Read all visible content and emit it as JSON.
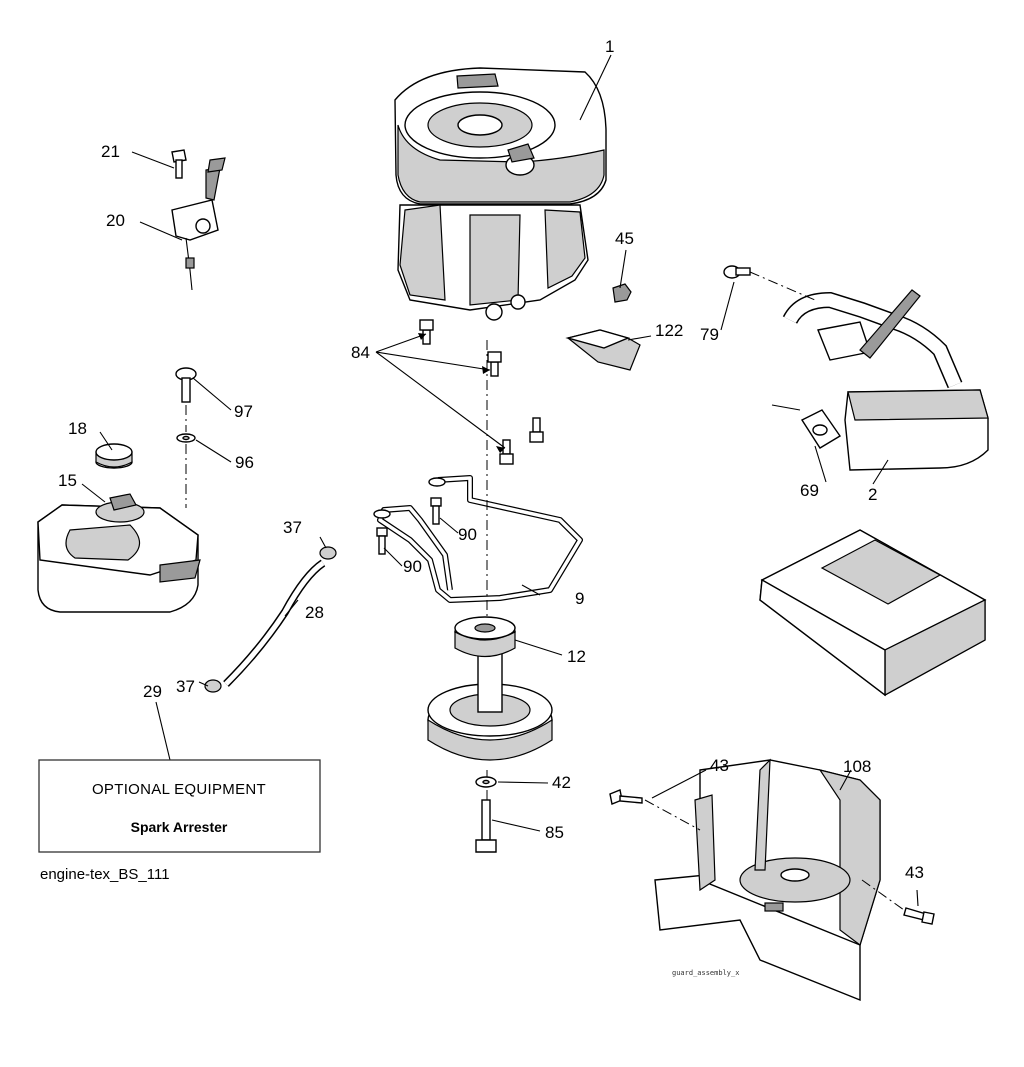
{
  "callouts": {
    "c1": "1",
    "c2": "2",
    "c9": "9",
    "c12": "12",
    "c15": "15",
    "c18": "18",
    "c20": "20",
    "c21": "21",
    "c28": "28",
    "c29": "29",
    "c37a": "37",
    "c37b": "37",
    "c42": "42",
    "c43a": "43",
    "c43b": "43",
    "c45": "45",
    "c69": "69",
    "c79": "79",
    "c84": "84",
    "c85": "85",
    "c90a": "90",
    "c90b": "90",
    "c96": "96",
    "c97": "97",
    "c108": "108",
    "c122": "122"
  },
  "optional_box": {
    "title": "OPTIONAL EQUIPMENT",
    "subtitle": "Spark Arrester"
  },
  "diagram_id": "engine-tex_BS_111",
  "guard_stamp": "guard_assembly_x"
}
